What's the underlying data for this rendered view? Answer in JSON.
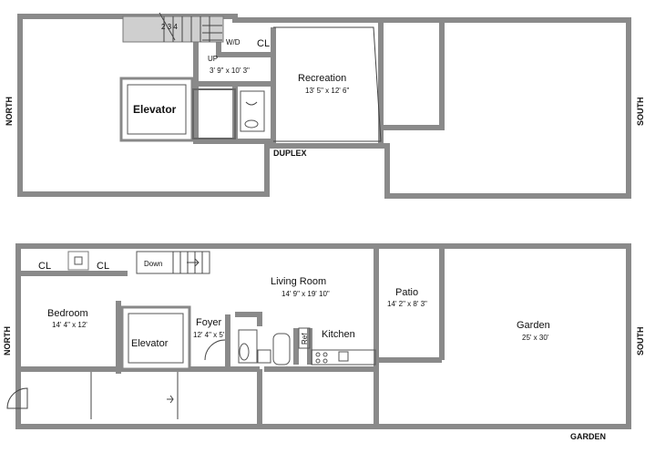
{
  "duplex": {
    "label": "DUPLEX",
    "north": "NORTH",
    "south": "SOUTH",
    "stair_numbers": "2 3 4",
    "up": "UP",
    "wd": "W/D",
    "cl": "CL",
    "landing_dims": "3' 9\" x 10' 3\"",
    "recreation": {
      "name": "Recreation",
      "dims": "13' 5\" x 12' 6\""
    },
    "elevator": "Elevator"
  },
  "main": {
    "north": "NORTH",
    "south": "SOUTH",
    "garden_label": "GARDEN",
    "cl_left": "CL",
    "cl_right": "CL",
    "down": "Down",
    "bedroom": {
      "name": "Bedroom",
      "dims": "14' 4\" x 12'"
    },
    "living": {
      "name": "Living Room",
      "dims": "14' 9\" x 19' 10\""
    },
    "foyer": {
      "name": "Foyer",
      "dims": "12' 4\" x 5'"
    },
    "elevator": "Elevator",
    "kitchen": "Kitchen",
    "ref": "Ref",
    "patio": {
      "name": "Patio",
      "dims": "14' 2\" x 8' 3\""
    },
    "garden": {
      "name": "Garden",
      "dims": "25' x 30'"
    }
  }
}
